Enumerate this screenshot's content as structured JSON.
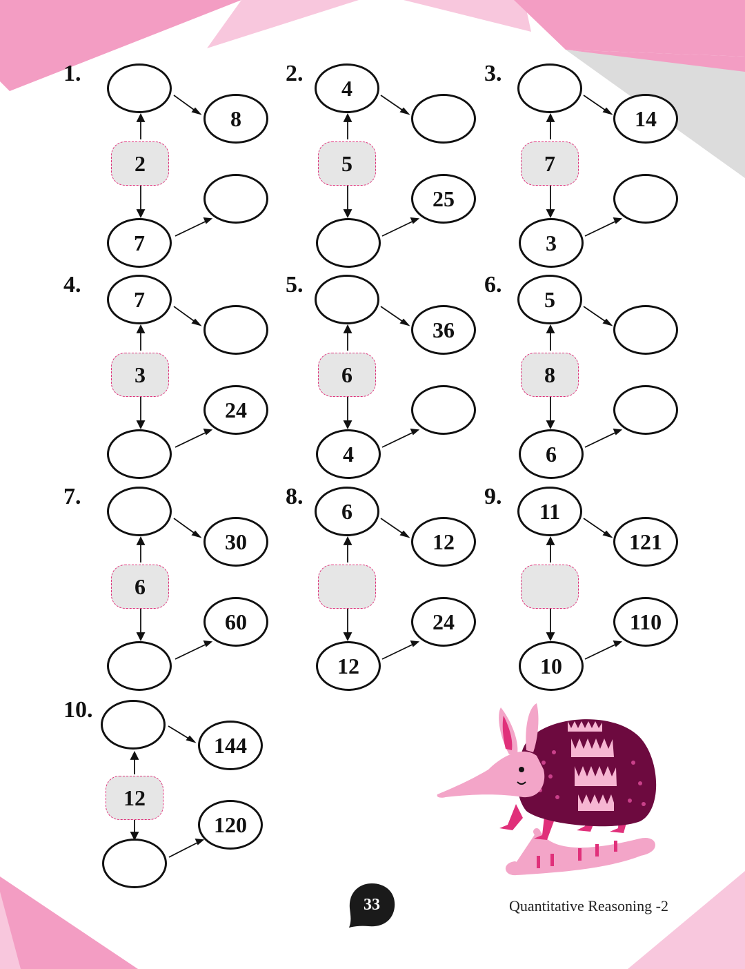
{
  "problems": [
    {
      "number": "1.",
      "top_left": "",
      "top_right": "8",
      "middle": "2",
      "bottom_left": "7",
      "bottom_right": ""
    },
    {
      "number": "2.",
      "top_left": "4",
      "top_right": "",
      "middle": "5",
      "bottom_left": "",
      "bottom_right": "25"
    },
    {
      "number": "3.",
      "top_left": "",
      "top_right": "14",
      "middle": "7",
      "bottom_left": "3",
      "bottom_right": ""
    },
    {
      "number": "4.",
      "top_left": "7",
      "top_right": "",
      "middle": "3",
      "bottom_left": "",
      "bottom_right": "24"
    },
    {
      "number": "5.",
      "top_left": "",
      "top_right": "36",
      "middle": "6",
      "bottom_left": "4",
      "bottom_right": ""
    },
    {
      "number": "6.",
      "top_left": "5",
      "top_right": "",
      "middle": "8",
      "bottom_left": "6",
      "bottom_right": ""
    },
    {
      "number": "7.",
      "top_left": "",
      "top_right": "30",
      "middle": "6",
      "bottom_left": "",
      "bottom_right": "60"
    },
    {
      "number": "8.",
      "top_left": "6",
      "top_right": "12",
      "middle": "",
      "bottom_left": "12",
      "bottom_right": "24"
    },
    {
      "number": "9.",
      "top_left": "11",
      "top_right": "121",
      "middle": "",
      "bottom_left": "10",
      "bottom_right": "110"
    },
    {
      "number": "10.",
      "top_left": "",
      "top_right": "144",
      "middle": "12",
      "bottom_left": "",
      "bottom_right": "120"
    }
  ],
  "footer": {
    "page_number": "33",
    "book_title": "Quantitative Reasoning -2"
  },
  "colors": {
    "pink": "#f39dc3",
    "light_pink": "#f8c7dd",
    "gray": "#dddddd",
    "badge": "#1a1a1a",
    "dashed_border": "#e0307a",
    "middle_fill": "#e6e6e6"
  },
  "icons": {
    "illustration": "armadillo-illustration"
  }
}
